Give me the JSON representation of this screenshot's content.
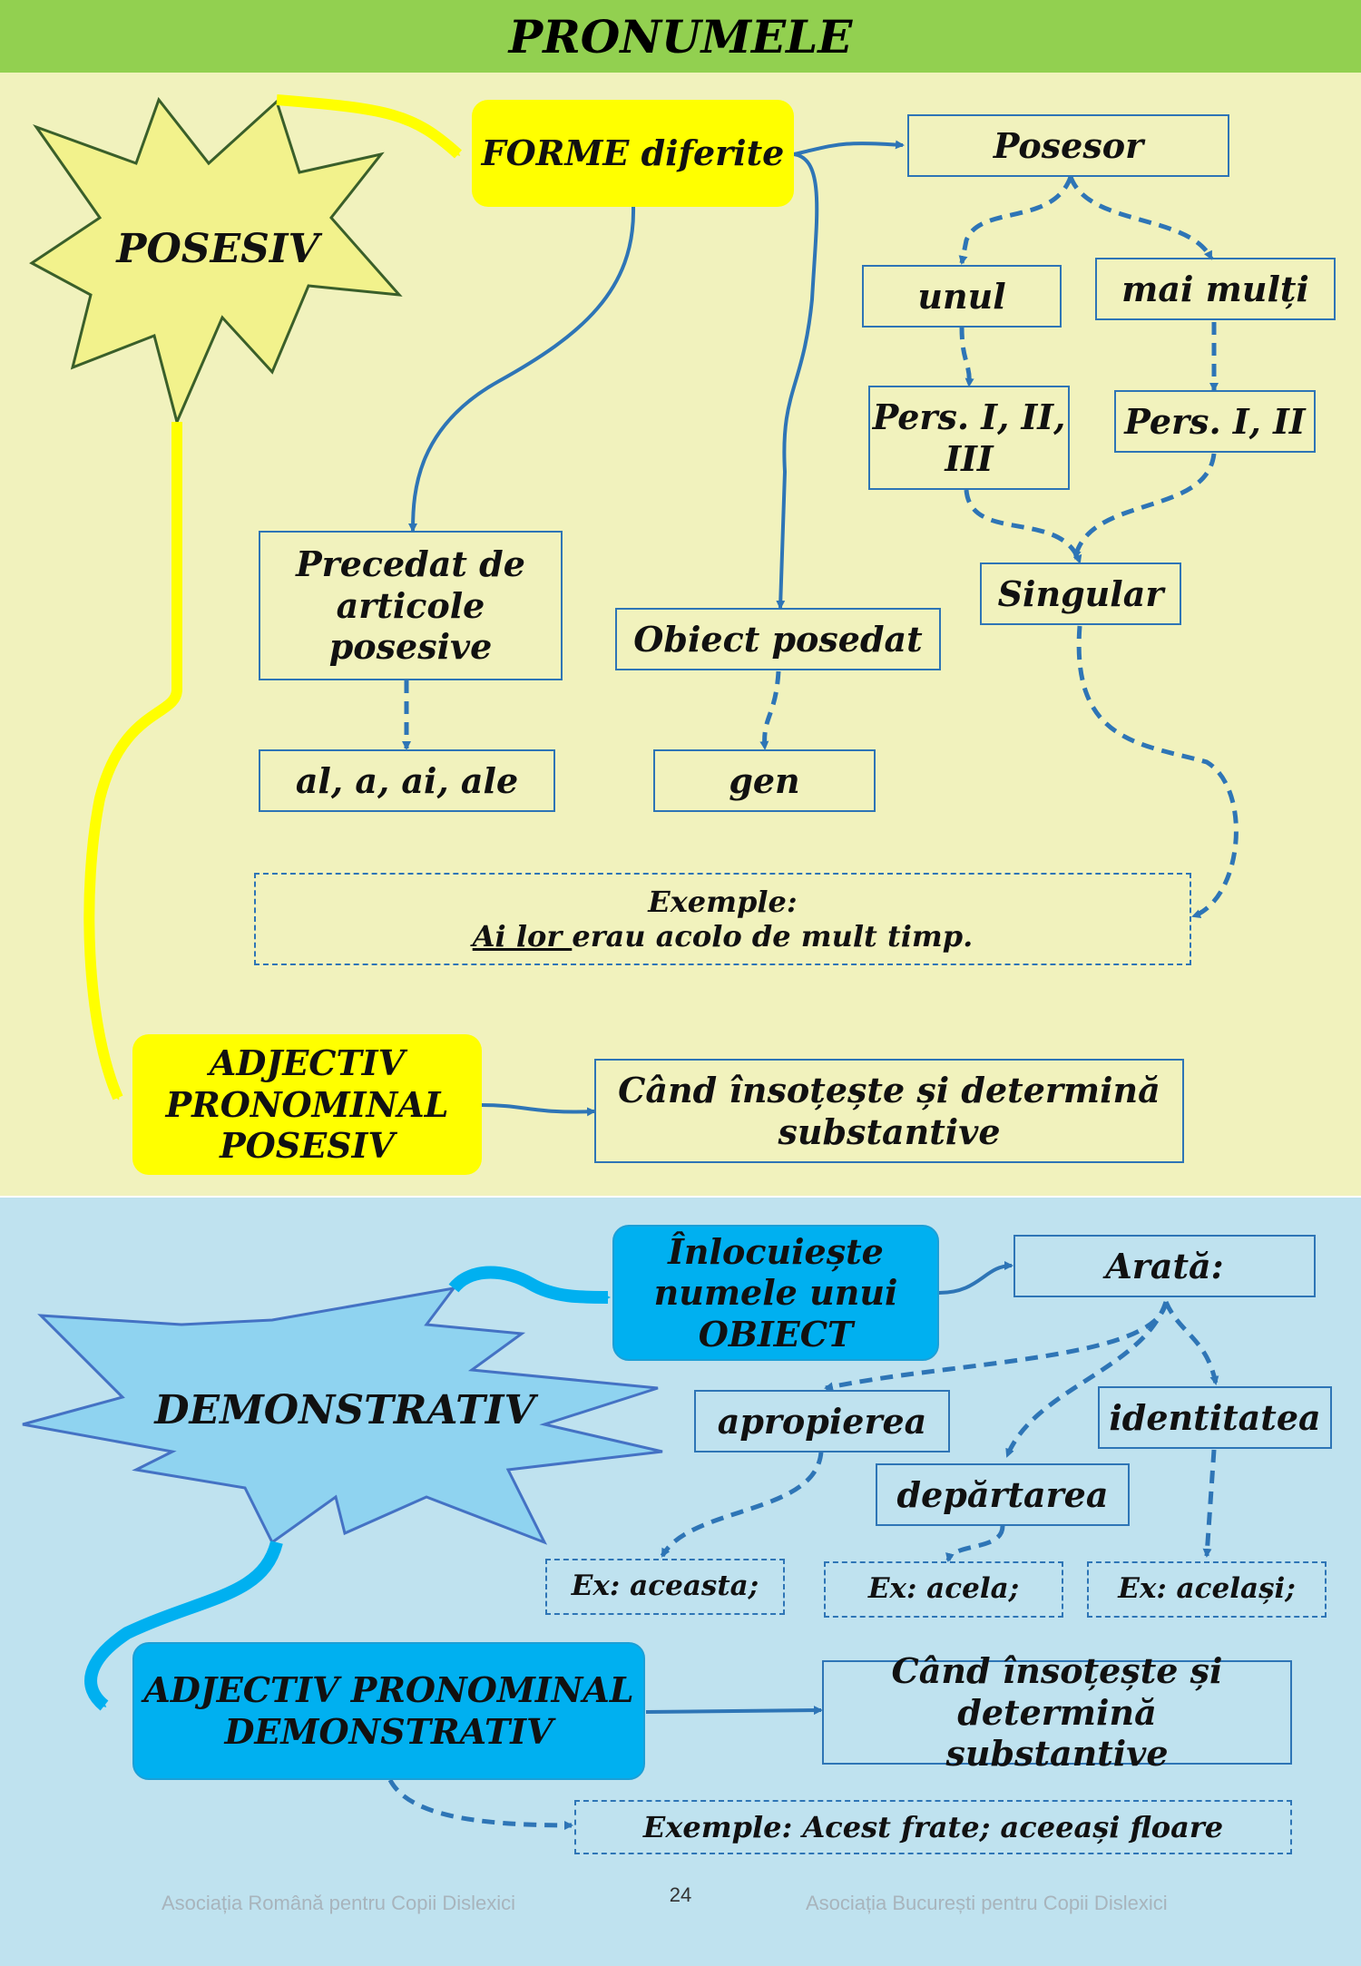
{
  "title": "PRONUMELE",
  "posesiv": {
    "label": "POSESIV",
    "forme": "FORME diferite",
    "posesor": "Posesor",
    "unul": "unul",
    "mai_multi": "mai mulți",
    "pers_123": "Pers. I, II, III",
    "pers_12": "Pers. I, II",
    "singular": "Singular",
    "precedat": "Precedat de articole posesive",
    "articole": "al, a, ai, ale",
    "obiect": "Obiect posedat",
    "gen": "gen",
    "exemple_label": "Exemple:",
    "exemple_underlined": "Ai lor ",
    "exemple_rest": "erau acolo de mult timp.",
    "adjectiv": "ADJECTIV PRONOMINAL POSESIV",
    "cand": "Când însoțește și determină substantive"
  },
  "demonstrativ": {
    "label": "DEMONSTRATIV",
    "inlocuieste": "Înlocuiește numele unui OBIECT",
    "arata": "Arată:",
    "apropierea": "apropierea",
    "identitatea": "identitatea",
    "departarea": "depărtarea",
    "ex_aceasta": "Ex: aceasta;",
    "ex_acela": "Ex: acela;",
    "ex_acelasi": "Ex: același;",
    "adjectiv": "ADJECTIV PRONOMINAL DEMONSTRATIV",
    "cand": "Când însoțește și determină substantive",
    "exemple": "Exemple: Acest frate; aceeași floare"
  },
  "footer": {
    "left": "Asociația Română pentru Copii Dislexici",
    "page": "24",
    "right": "Asociația București pentru Copii Dislexici"
  }
}
